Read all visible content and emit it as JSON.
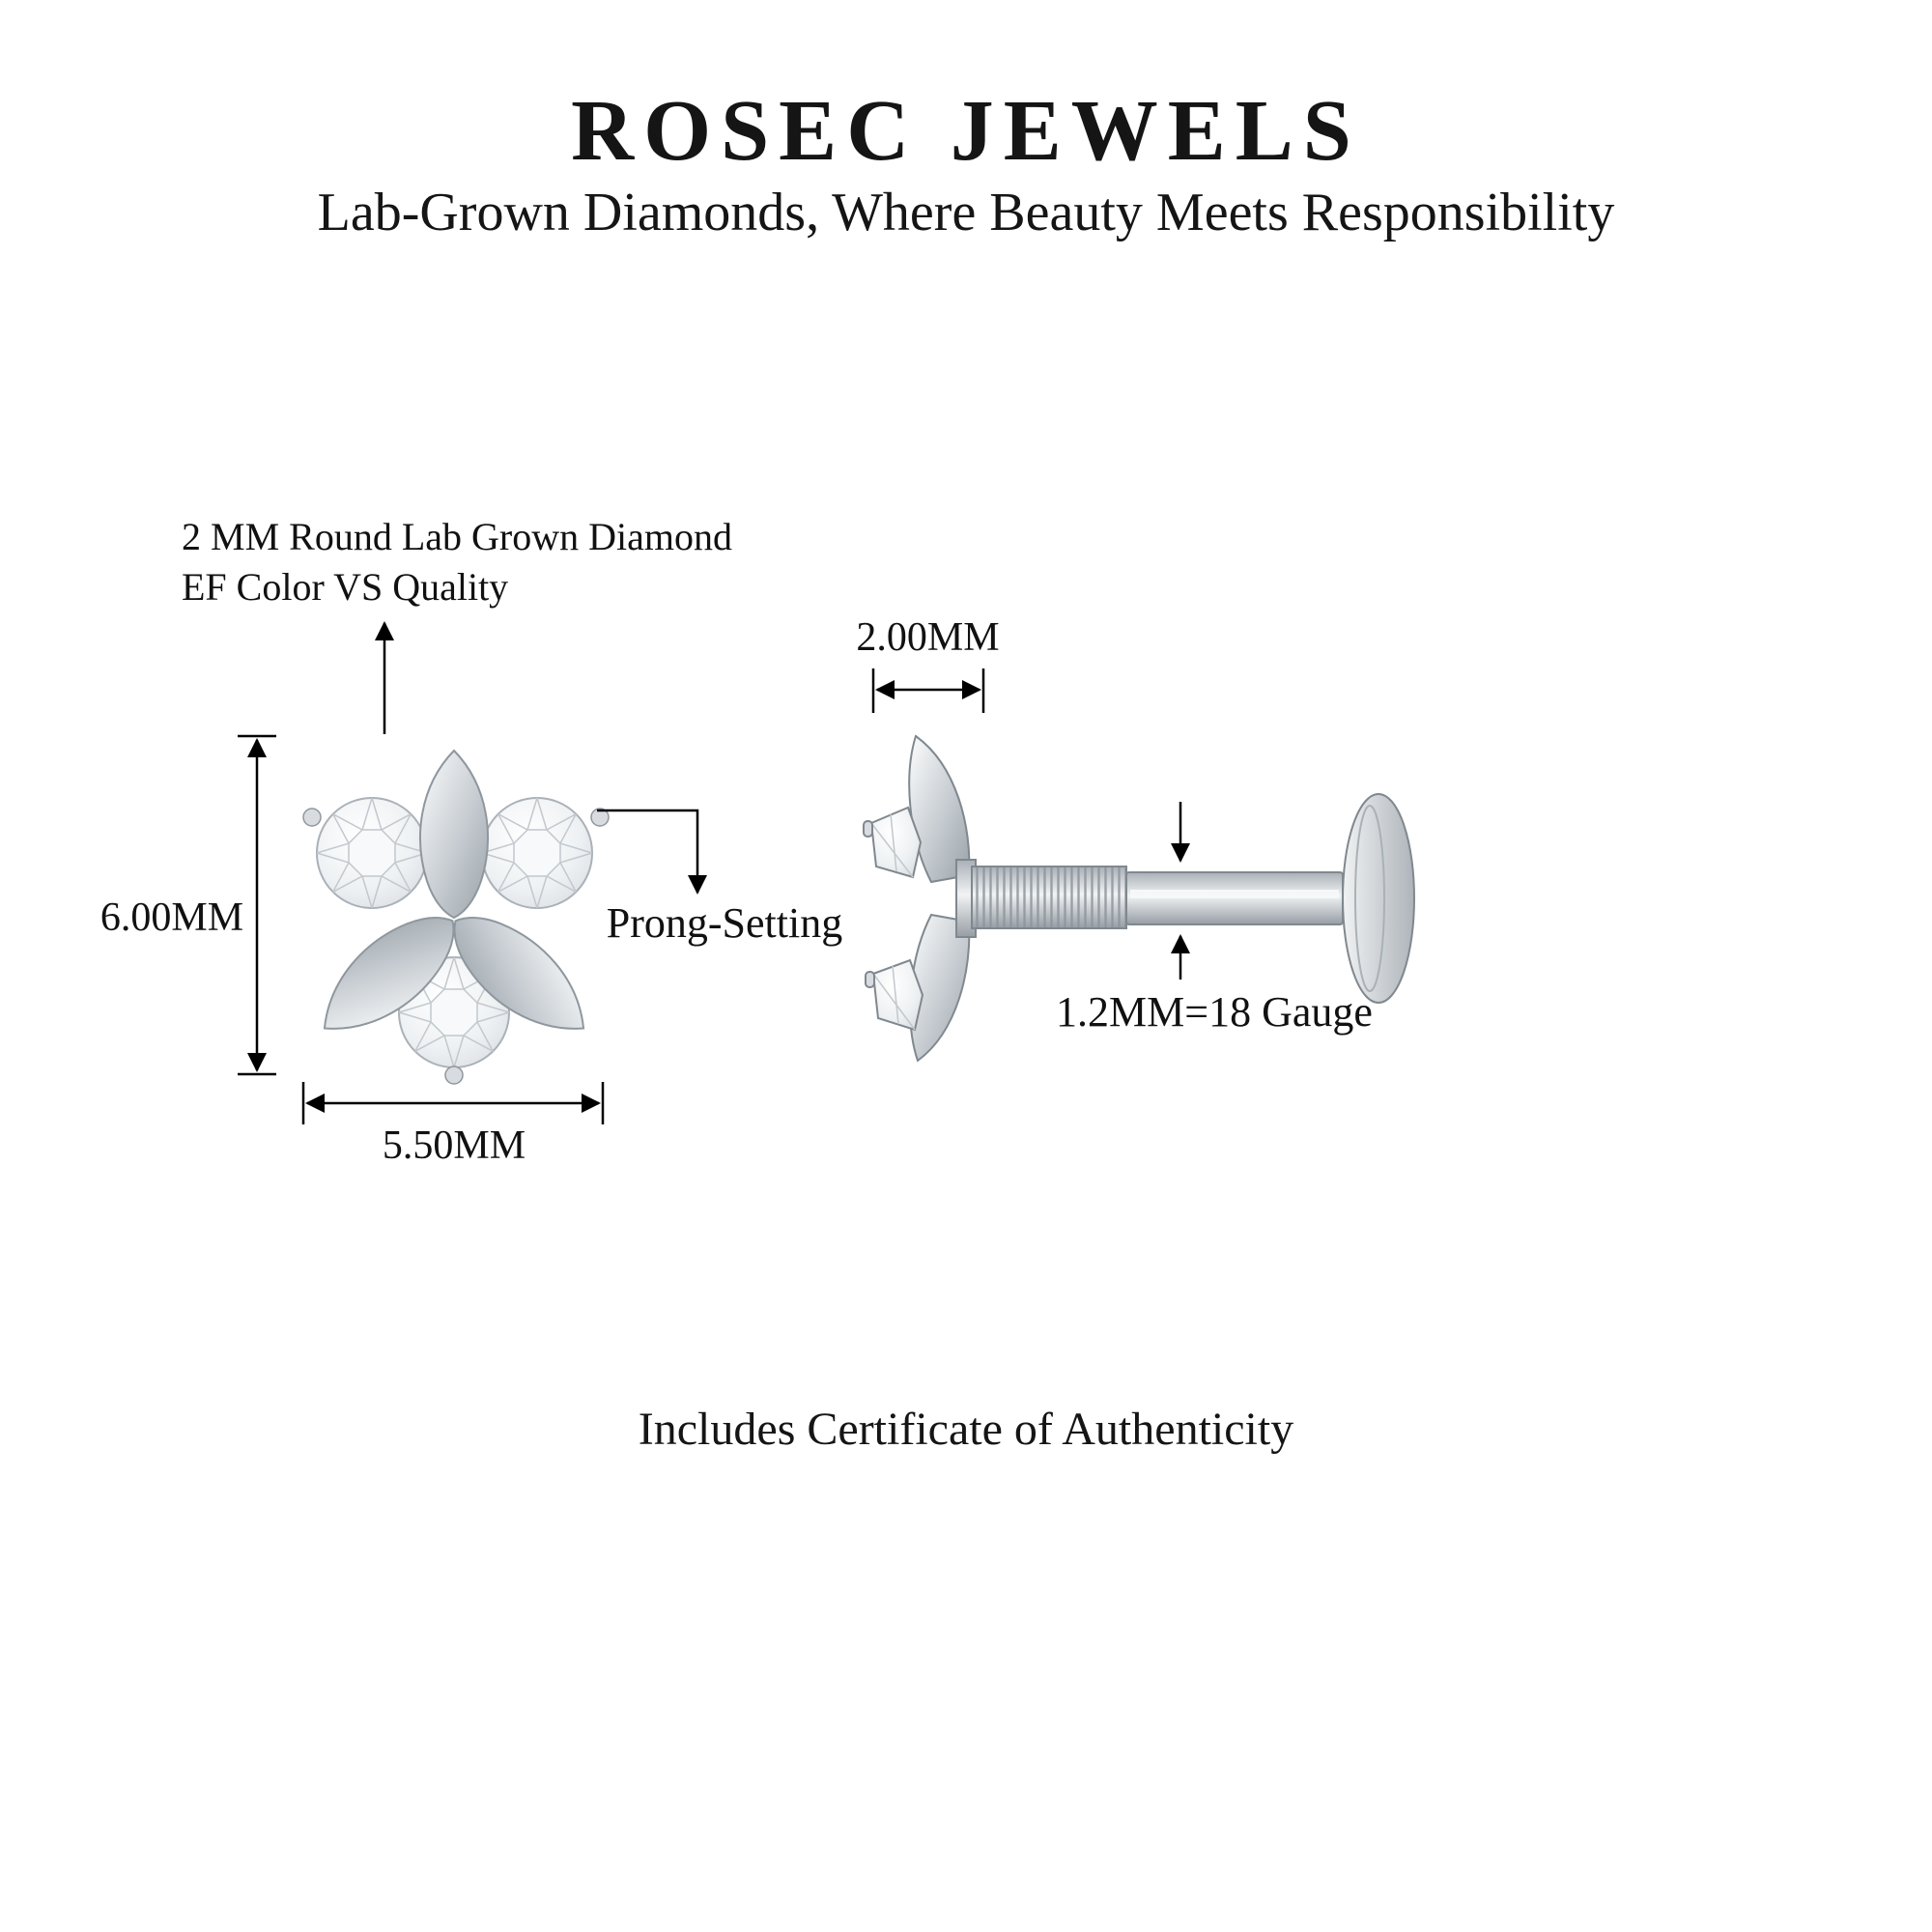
{
  "page": {
    "title": "ROSEC JEWELS",
    "subtitle": "Lab-Grown Diamonds, Where Beauty Meets Responsibility",
    "footer": "Includes Certificate of Authenticity"
  },
  "front_view": {
    "stone_annotation_line1": "2 MM Round Lab Grown Diamond",
    "stone_annotation_line2": "EF Color VS Quality",
    "height_label": "6.00MM",
    "width_label": "5.50MM",
    "prong_label": "Prong-Setting"
  },
  "side_view": {
    "head_width_label": "2.00MM",
    "post_gauge_label": "1.2MM=18 Gauge"
  },
  "colors": {
    "text": "#151515",
    "line": "#000000",
    "metal_light": "#f2f3f4",
    "metal_mid": "#c7ccd1",
    "metal_dark": "#8f979e",
    "diamond_stroke": "#aab1b8"
  }
}
